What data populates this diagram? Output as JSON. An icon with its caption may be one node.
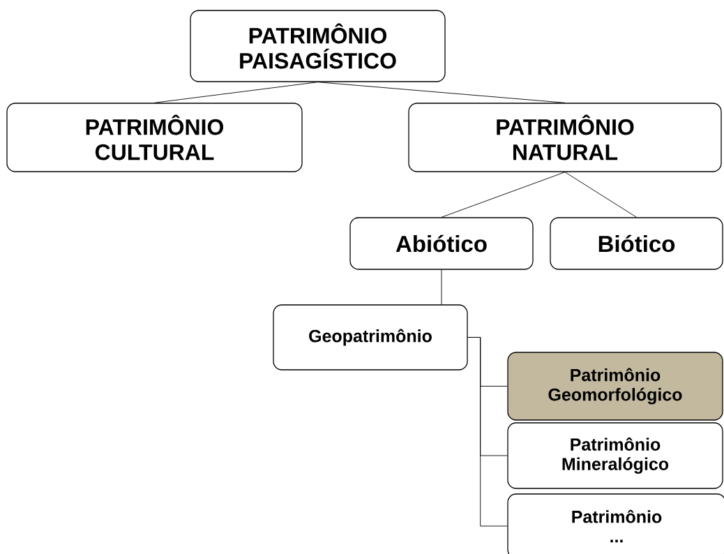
{
  "diagram": {
    "nodes": [
      {
        "text": [
          "PATRIMÔNIO PAISAGÍSTICO"
        ]
      },
      {
        "text": [
          "PATRIMÔNIO CULTURAL"
        ]
      },
      {
        "text": [
          "PATRIMÔNIO NATURAL"
        ]
      },
      {
        "text": [
          "Abiótico"
        ]
      },
      {
        "text": [
          "Biótico"
        ]
      },
      {
        "text": [
          "Geopatrimônio"
        ]
      },
      {
        "text": [
          "Patrimônio Geomorfológico"
        ]
      },
      {
        "text": [
          "Patrimônio Mineralógico"
        ]
      },
      {
        "text": [
          "Patrimônio ..."
        ]
      }
    ],
    "edges": [
      {
        "from": 0,
        "to": 1,
        "arrow": "none"
      },
      {
        "from": 0,
        "to": 2,
        "arrow": "none"
      },
      {
        "from": 2,
        "to": 3,
        "arrow": "none"
      },
      {
        "from": 2,
        "to": 4,
        "arrow": "none"
      },
      {
        "from": 3,
        "to": 5,
        "arrow": "none"
      },
      {
        "from": 5,
        "to": 6,
        "arrow": "none"
      },
      {
        "from": 5,
        "to": 7,
        "arrow": "none"
      },
      {
        "from": 5,
        "to": 8,
        "arrow": "none"
      }
    ]
  }
}
